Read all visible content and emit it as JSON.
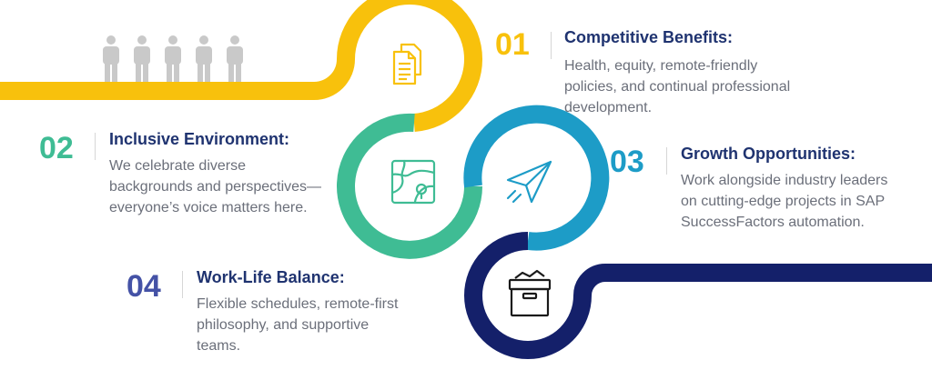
{
  "colors": {
    "yellow": "#F8C10C",
    "green": "#3FBC94",
    "blue": "#1D9CC7",
    "navy": "#14206A",
    "people": "#C9C9C9",
    "title": "#1F3370",
    "text": "#6B6F7A"
  },
  "icons": [
    "documents-icon",
    "map-icon",
    "paper-plane-icon",
    "toolbox-icon",
    "people-icon"
  ],
  "items": [
    {
      "number": "01",
      "title": "Competitive Benefits:",
      "description": "Health, equity, remote-friendly\npolicies, and continual professional\ndevelopment.",
      "color": "#F8C10C"
    },
    {
      "number": "02",
      "title": "Inclusive Environment:",
      "description": "We celebrate diverse\nbackgrounds and perspectives—\neveryone’s voice matters here.",
      "color": "#3FBC94"
    },
    {
      "number": "03",
      "title": "Growth Opportunities:",
      "description": "Work alongside industry leaders\non cutting-edge projects in SAP\nSuccessFactors automation.",
      "color": "#1D9CC7"
    },
    {
      "number": "04",
      "title": "Work-Life Balance:",
      "description": "Flexible schedules, remote-first\nphilosophy, and supportive\nteams.",
      "color": "#4452A6"
    }
  ]
}
